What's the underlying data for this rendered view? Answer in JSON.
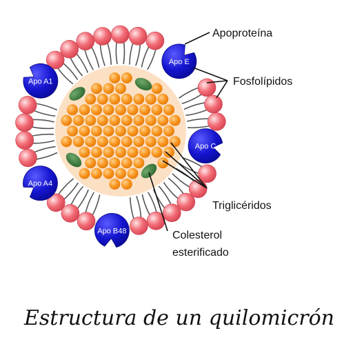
{
  "apoproteins": [
    {
      "id": "apo-e",
      "label": "Apo E"
    },
    {
      "id": "apo-a1",
      "label": "Apo A1"
    },
    {
      "id": "apo-c",
      "label": "Apo C"
    },
    {
      "id": "apo-a4",
      "label": "Apo A4"
    },
    {
      "id": "apo-b48",
      "label": "Apo B48"
    }
  ],
  "callouts": {
    "apoproteina": "Apoproteína",
    "fosfolipidos": "Fosfolípidos",
    "trigliceridos": "Triglicéridos",
    "colesterol_line1": "Colesterol",
    "colesterol_line2": "esterificado"
  },
  "caption": "Estructura de un quilomicrón",
  "colors": {
    "apoprotein": "#1010c8",
    "phospholipid_head": "#f0646e",
    "phospholipid_tail": "#555555",
    "core": "#fce0c4",
    "triglyceride": "#f7941d",
    "cholesterol_ester": "#3c7a3a"
  }
}
